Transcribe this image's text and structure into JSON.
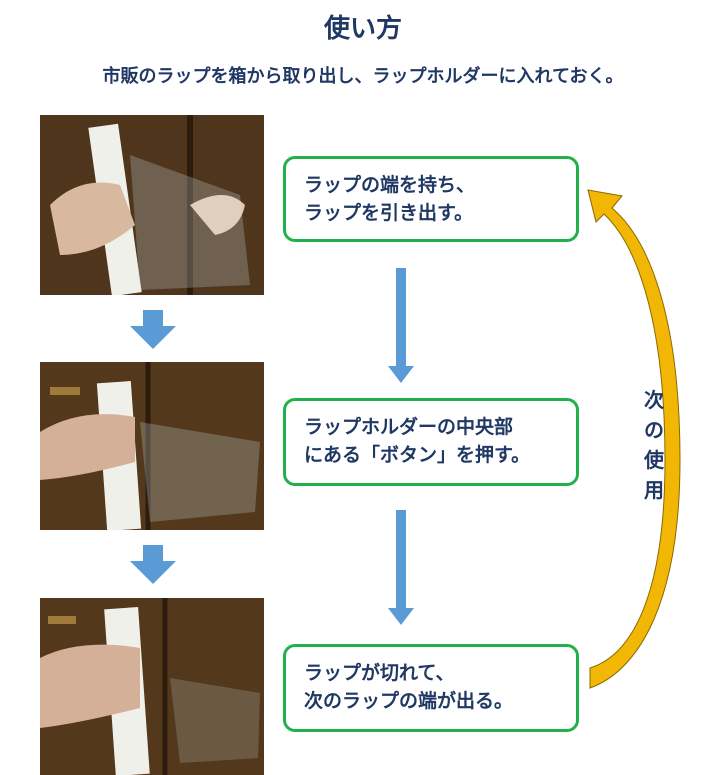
{
  "title": "使い方",
  "subtitle": "市販のラップを箱から取り出し、ラップホルダーに入れておく。",
  "steps": [
    {
      "lines": [
        "ラップの端を持ち、",
        "ラップを引き出す。"
      ]
    },
    {
      "lines": [
        "ラップホルダーの中央部",
        "にある「ボタン」を押す。"
      ]
    },
    {
      "lines": [
        "ラップが切れて、",
        "次のラップの端が出る。"
      ]
    }
  ],
  "cycle_label": [
    "次",
    "の",
    "使",
    "用"
  ],
  "colors": {
    "title": "#1f3864",
    "box_border": "#22b04a",
    "down_arrow": "#5b9bd5",
    "cycle_arrow": "#f2b705"
  },
  "icons": {
    "down_arrow": "down-arrow-icon",
    "cycle_arrow": "curved-arrow-icon"
  }
}
